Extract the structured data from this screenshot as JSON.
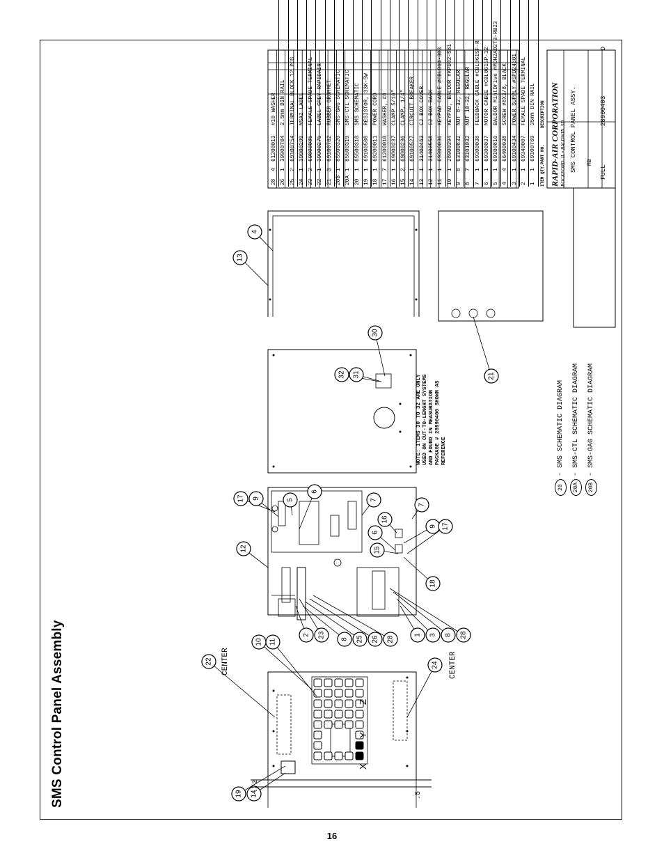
{
  "page": {
    "title": "SMS Control Panel Assembly",
    "page_number": "16"
  },
  "labels": {
    "center": "CENTER",
    "dim_72": ".72",
    "dim_5": ".5",
    "axis_x": "X",
    "axis_y": "Y",
    "axis_z": "Z"
  },
  "note": [
    "NOTE: ITEMS 30 TO 32 ARE ONLY",
    "USED ON CUT-TO-LENGHT SYSTEMS",
    "AND FOUND IN MEASURATION",
    "PACKAGE # 28990400 SHOWN AS",
    "REFERENCE"
  ],
  "legend": [
    {
      "ref": "20",
      "text": "- SMS SCHEMATIC DIAGRAM"
    },
    {
      "ref": "20A",
      "text": "- SMS-CTL SCHEMATIC DIAGRAM"
    },
    {
      "ref": "20B",
      "text": "- SMS-GAG SCHEMATIC DIAGRAM"
    }
  ],
  "parts": [
    [
      "28",
      "4",
      "61200013",
      "#10 WASHER"
    ],
    [
      "26",
      "1",
      "39900704",
      "2.5mm DIN RAIL"
    ],
    [
      "25",
      "2",
      "69100754",
      "TERMINAL BLOCK 12 POS"
    ],
    [
      "24",
      "1",
      "39900299",
      "MSA2 LABEL"
    ],
    [
      "23",
      "2",
      "69800085",
      "FEMALE SPADE TERMINAL"
    ],
    [
      "22",
      "1",
      "39900275",
      "LABEL GREY RAPIDAIR"
    ],
    [
      "21",
      "3",
      "69100762",
      "RUBBER GROMMET"
    ],
    [
      "20B",
      "1",
      "85500320",
      "SMS-GAG SCHEMATIC"
    ],
    [
      "20A",
      "1",
      "85500319",
      "SMS-CTL SCHEMATIC"
    ],
    [
      "20",
      "1",
      "85500318",
      "SMS SCHEMATIC"
    ],
    [
      "19",
      "1",
      "69100508",
      "RESISTOR, 33K-5W"
    ],
    [
      "18",
      "1",
      "69200011",
      "POWER CORD"
    ],
    [
      "17",
      "7",
      "61200010",
      "WASHER, #8"
    ],
    [
      "16",
      "1",
      "69800237",
      "CLAMP 5/16\""
    ],
    [
      "15",
      "2",
      "69800236",
      "CLAMP, 1/4\""
    ],
    [
      "14",
      "1",
      "69100527",
      "CIRCUIT BREAKER"
    ],
    [
      "13",
      "1",
      "31400463",
      "CJ BOX COVER"
    ],
    [
      "12",
      "1",
      "31400558",
      "CJ BOX BACK"
    ],
    [
      "11",
      "1",
      "69300036",
      "KEYPAD CABLE #CBL004-303"
    ],
    [
      "10",
      "1",
      "28900394",
      "KEYPAD, BALDOR #KPD02-581"
    ],
    [
      "9",
      "8",
      "63100832",
      "NUT 8-32, REGULAR"
    ],
    [
      "8",
      "7",
      "63101032",
      "NUT 10-32, REGULAR"
    ],
    [
      "7",
      "1",
      "69300038",
      "FEEDBACK CABLE #CBL061SF-R"
    ],
    [
      "6",
      "1",
      "69300037",
      "MOTOR CABLE #CBL061SP-12"
    ],
    [
      "5",
      "1",
      "69100816",
      "BALDOR MintDrive #MDH2A02TB-RB23"
    ],
    [
      "4",
      "4",
      "66400038",
      "SCREW #8X3/8, BLACK"
    ],
    [
      "3",
      "1",
      "69100434",
      "POWER SUPPLY #SPD24601"
    ],
    [
      "2",
      "1",
      "69340007",
      "FEMALE SPADE TERMINAL"
    ],
    [
      "1",
      "1",
      "69100769",
      "35mm DIN RAIL"
    ]
  ],
  "parts_header": {
    "item": "ITEM QTY.",
    "part": "PART NO.",
    "desc": "DESCRIPTION"
  },
  "title_block": {
    "company": "RAPID-AIR CORPORATION",
    "location": "ROCKFORD, IL • BALDWIN, SD",
    "part_name": "SMS CONTROL PANEL ASSY.",
    "drawn_by": "MB",
    "scale": "FULL",
    "drawing_number": "28900403",
    "rev": "D"
  }
}
